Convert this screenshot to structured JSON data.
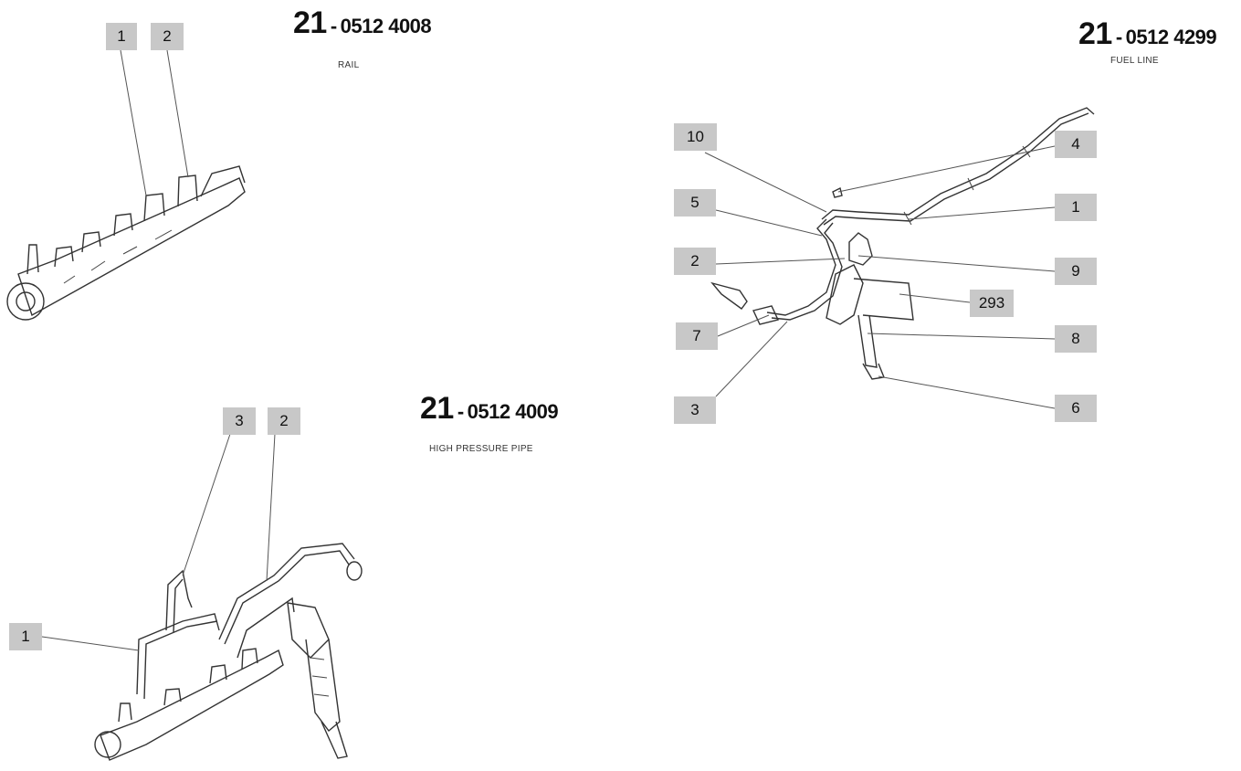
{
  "sections": {
    "rail": {
      "number": "21",
      "dash": "-",
      "code": "0512 4008",
      "label": "RAIL"
    },
    "high_pressure_pipe": {
      "number": "21",
      "dash": "-",
      "code": "0512 4009",
      "label": "HIGH PRESSURE PIPE"
    },
    "fuel_line": {
      "number": "21",
      "dash": "-",
      "code": "0512 4299",
      "label": "FUEL LINE"
    }
  },
  "callouts": {
    "rail": [
      "1",
      "2"
    ],
    "high_pressure_pipe": [
      "3",
      "2",
      "1"
    ],
    "fuel_line": [
      "10",
      "4",
      "5",
      "1",
      "2",
      "9",
      "293",
      "7",
      "8",
      "3",
      "6"
    ]
  }
}
